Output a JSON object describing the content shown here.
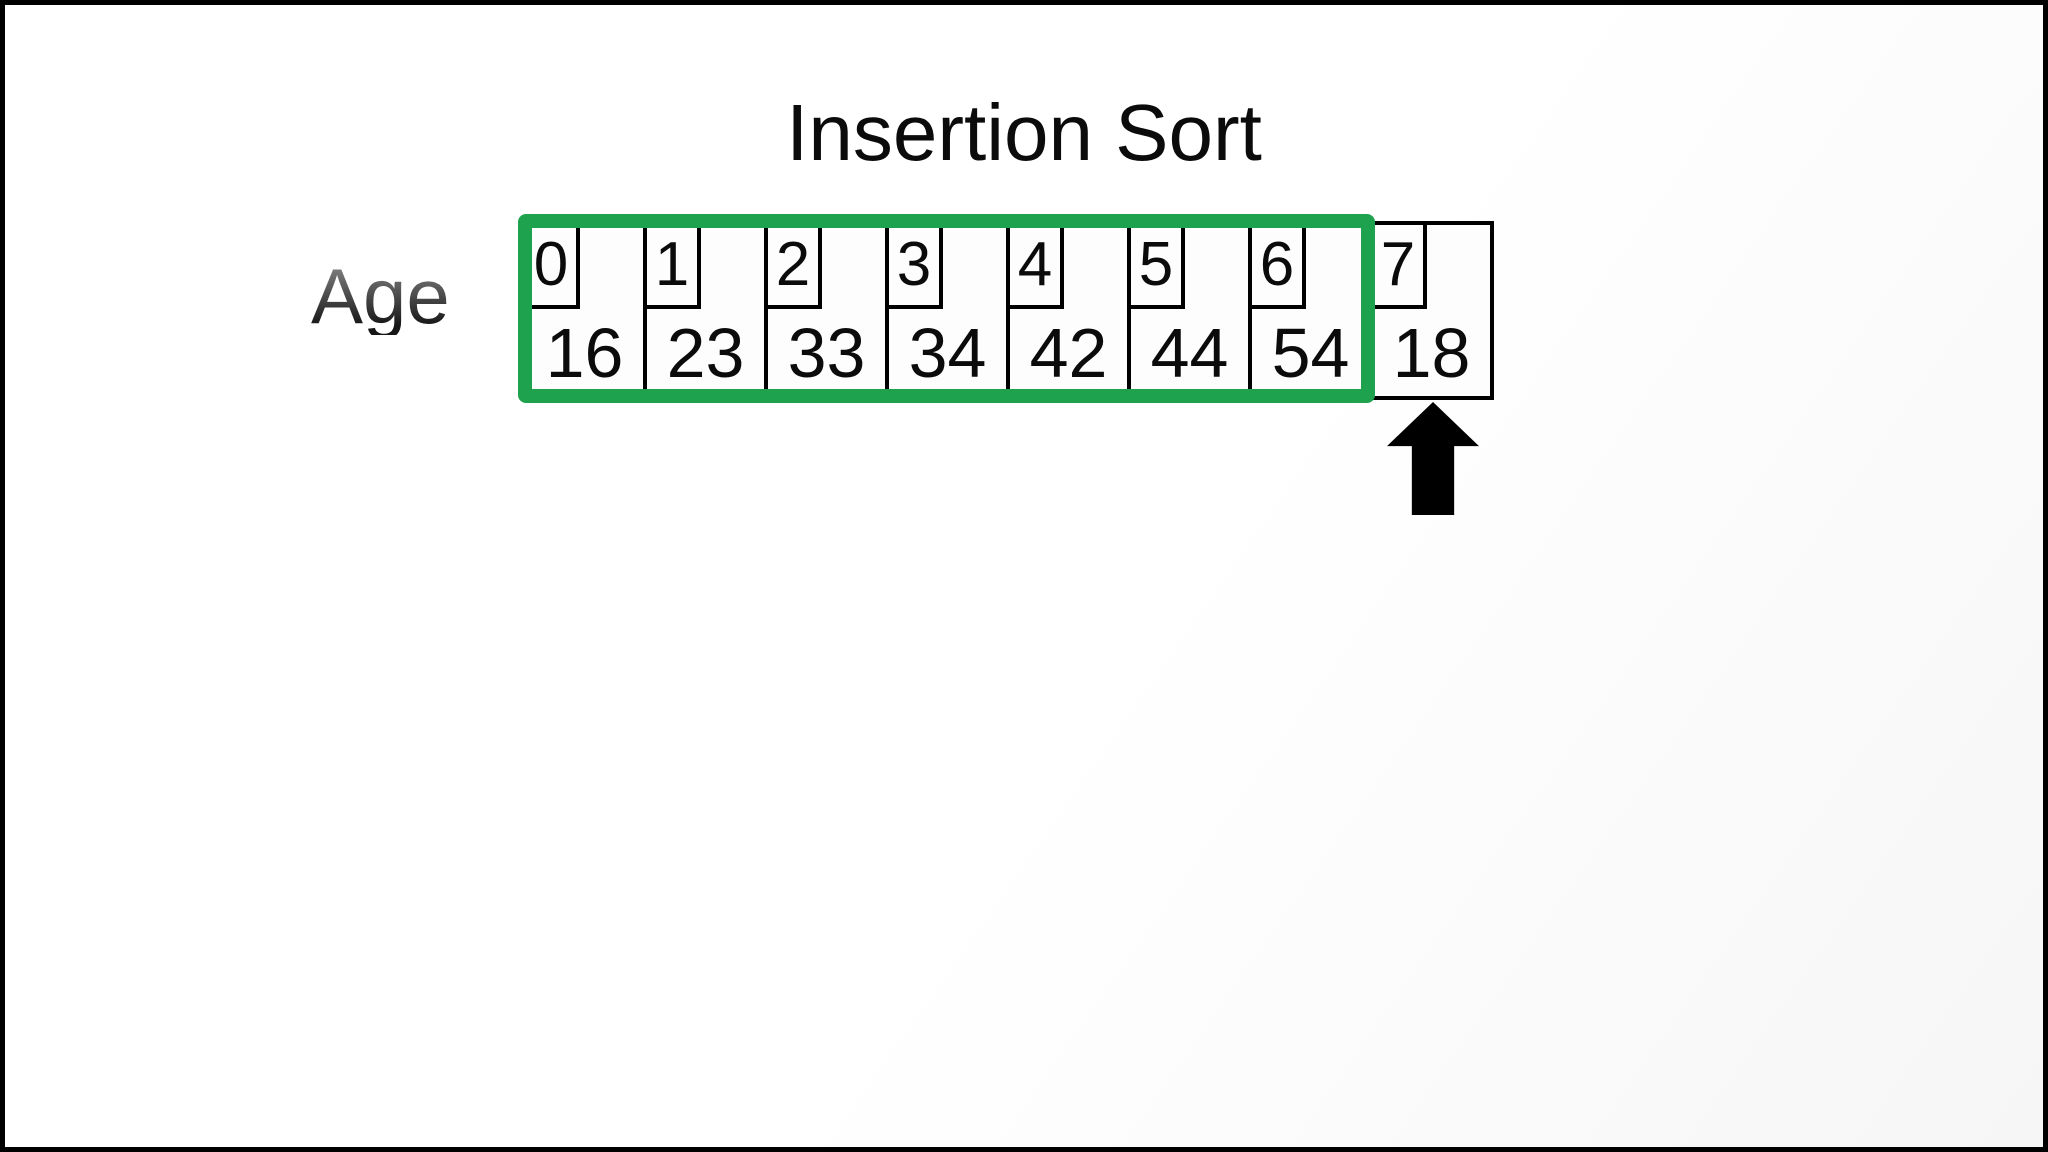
{
  "title": "Insertion Sort",
  "row_label": "Age",
  "array": {
    "cells": [
      {
        "index": "0",
        "value": "16"
      },
      {
        "index": "1",
        "value": "23"
      },
      {
        "index": "2",
        "value": "33"
      },
      {
        "index": "3",
        "value": "34"
      },
      {
        "index": "4",
        "value": "42"
      },
      {
        "index": "5",
        "value": "44"
      },
      {
        "index": "6",
        "value": "54"
      },
      {
        "index": "7",
        "value": "18"
      }
    ],
    "sorted_range": {
      "start_index": 0,
      "end_index": 6
    }
  },
  "pointer": {
    "shape": "up-arrow",
    "target_index": 7
  },
  "colors": {
    "sorted_outline": "#1ea24e",
    "cell_border": "#000000",
    "arrow_fill": "#000000",
    "text": "#0b0b0b",
    "label_gray": "#474747",
    "background": "#ffffff"
  }
}
